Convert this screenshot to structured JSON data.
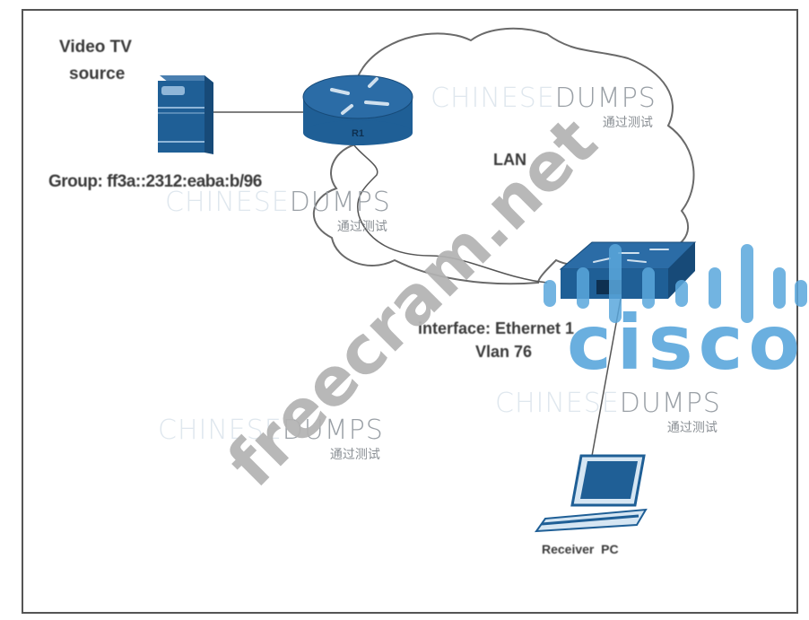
{
  "diagram": {
    "nodes": {
      "source": {
        "label_line1": "Video TV",
        "label_line2": "source",
        "group": "Group: ff3a::2312:eaba:b/96",
        "icon": "server-icon"
      },
      "router": {
        "label": "R1",
        "icon": "router-icon"
      },
      "cloud": {
        "label": "LAN",
        "icon": "cloud-icon"
      },
      "switch": {
        "interface": "interface: Ethernet 1",
        "vlan": "Vlan 76",
        "icon": "switch-icon"
      },
      "receiver": {
        "label": "Receiver  PC",
        "icon": "laptop-icon"
      }
    },
    "links": [
      {
        "from": "source",
        "to": "router"
      },
      {
        "from": "router",
        "to": "switch",
        "via": "cloud"
      },
      {
        "from": "switch",
        "to": "receiver"
      }
    ]
  },
  "watermarks": {
    "chinesedumps_a": "CHINESE",
    "chinesedumps_b": "DUMPS",
    "chinesedumps_sub": "通过测试",
    "freecram": "freecram.net",
    "cisco": "cisco"
  },
  "colors": {
    "device_blue": "#1f5f96",
    "device_dark": "#174a78",
    "cisco_blue": "#5aa7dc",
    "line": "#555555",
    "frame": "#555555",
    "watermark_gray": "#b3b3b3"
  }
}
